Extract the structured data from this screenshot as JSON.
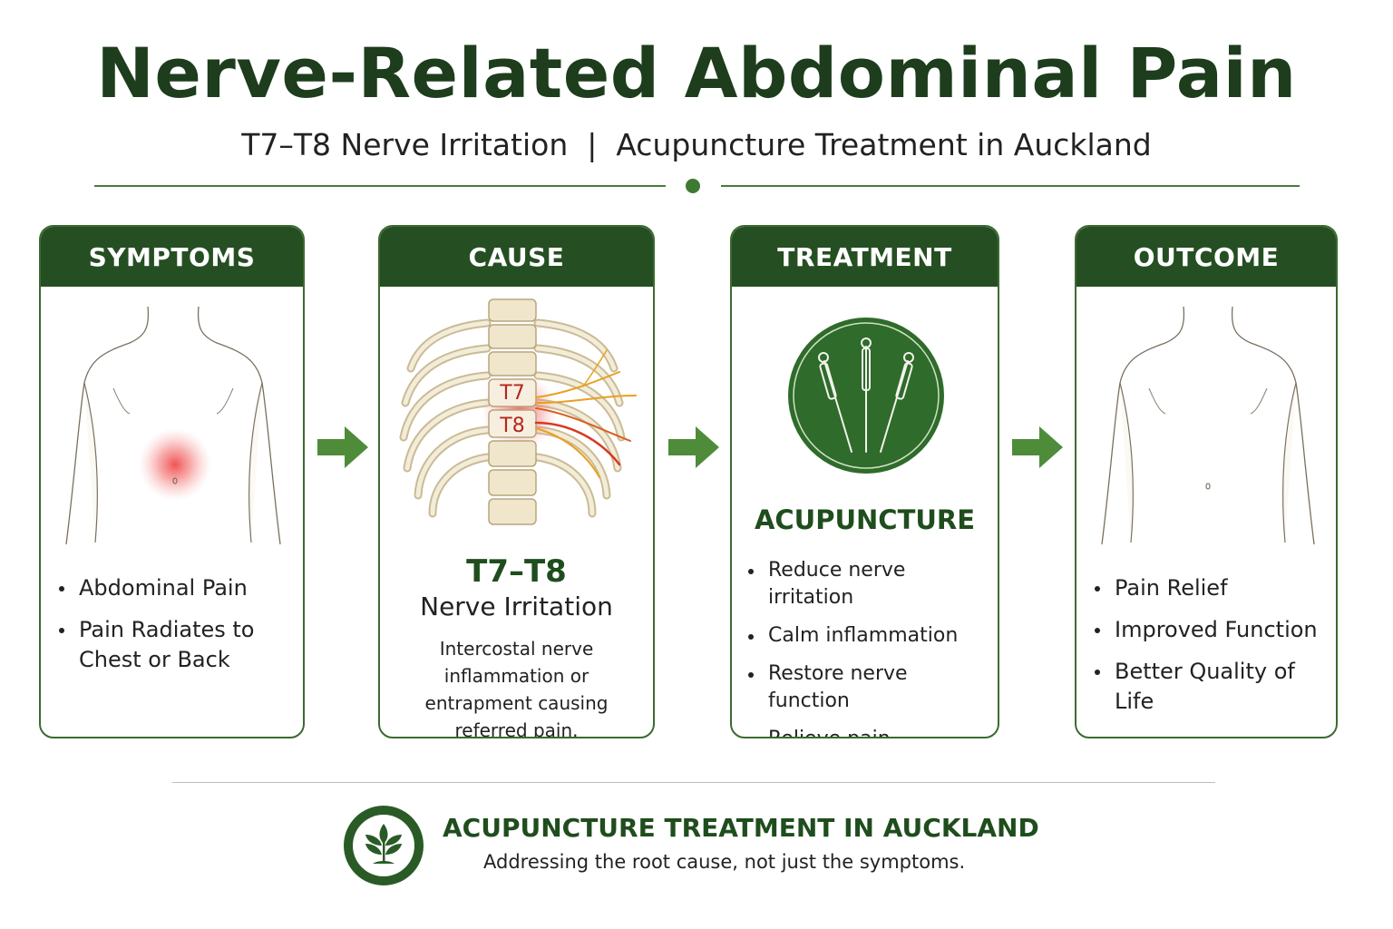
{
  "header": {
    "title": "Nerve-Related Abdominal Pain",
    "subtitle": "T7–T8 Nerve Irritation  |  Acupuncture Treatment in Auckland"
  },
  "cards": {
    "symptoms": {
      "heading": "SYMPTOMS",
      "items": [
        "Abdominal Pain",
        "Pain Radiates to Chest or Back"
      ]
    },
    "cause": {
      "heading": "CAUSE",
      "vertebra_labels": [
        "T7",
        "T8"
      ],
      "level": "T7–T8",
      "name": "Nerve Irritation",
      "description": "Intercostal nerve inflammation or entrapment causing referred pain."
    },
    "treatment": {
      "heading": "TREATMENT",
      "method": "ACUPUNCTURE",
      "items": [
        "Reduce nerve irritation",
        "Calm inflammation",
        "Restore nerve function",
        "Relieve pain"
      ]
    },
    "outcome": {
      "heading": "OUTCOME",
      "items": [
        "Pain Relief",
        "Improved Function",
        "Better Quality of Life"
      ]
    }
  },
  "footer": {
    "heading": "ACUPUNCTURE TREATMENT IN AUCKLAND",
    "tagline": "Addressing the root cause, not just the symptoms."
  },
  "colors": {
    "brand_dark_green": "#254f22",
    "title_green": "#1d3d1c",
    "arrow_green": "#4e8c3a",
    "pain_red": "#f04a4a",
    "nerve_orange": "#e8a020"
  },
  "icons": [
    "arrow-right-icon",
    "acupuncture-needles-icon",
    "leaf-plant-icon"
  ]
}
